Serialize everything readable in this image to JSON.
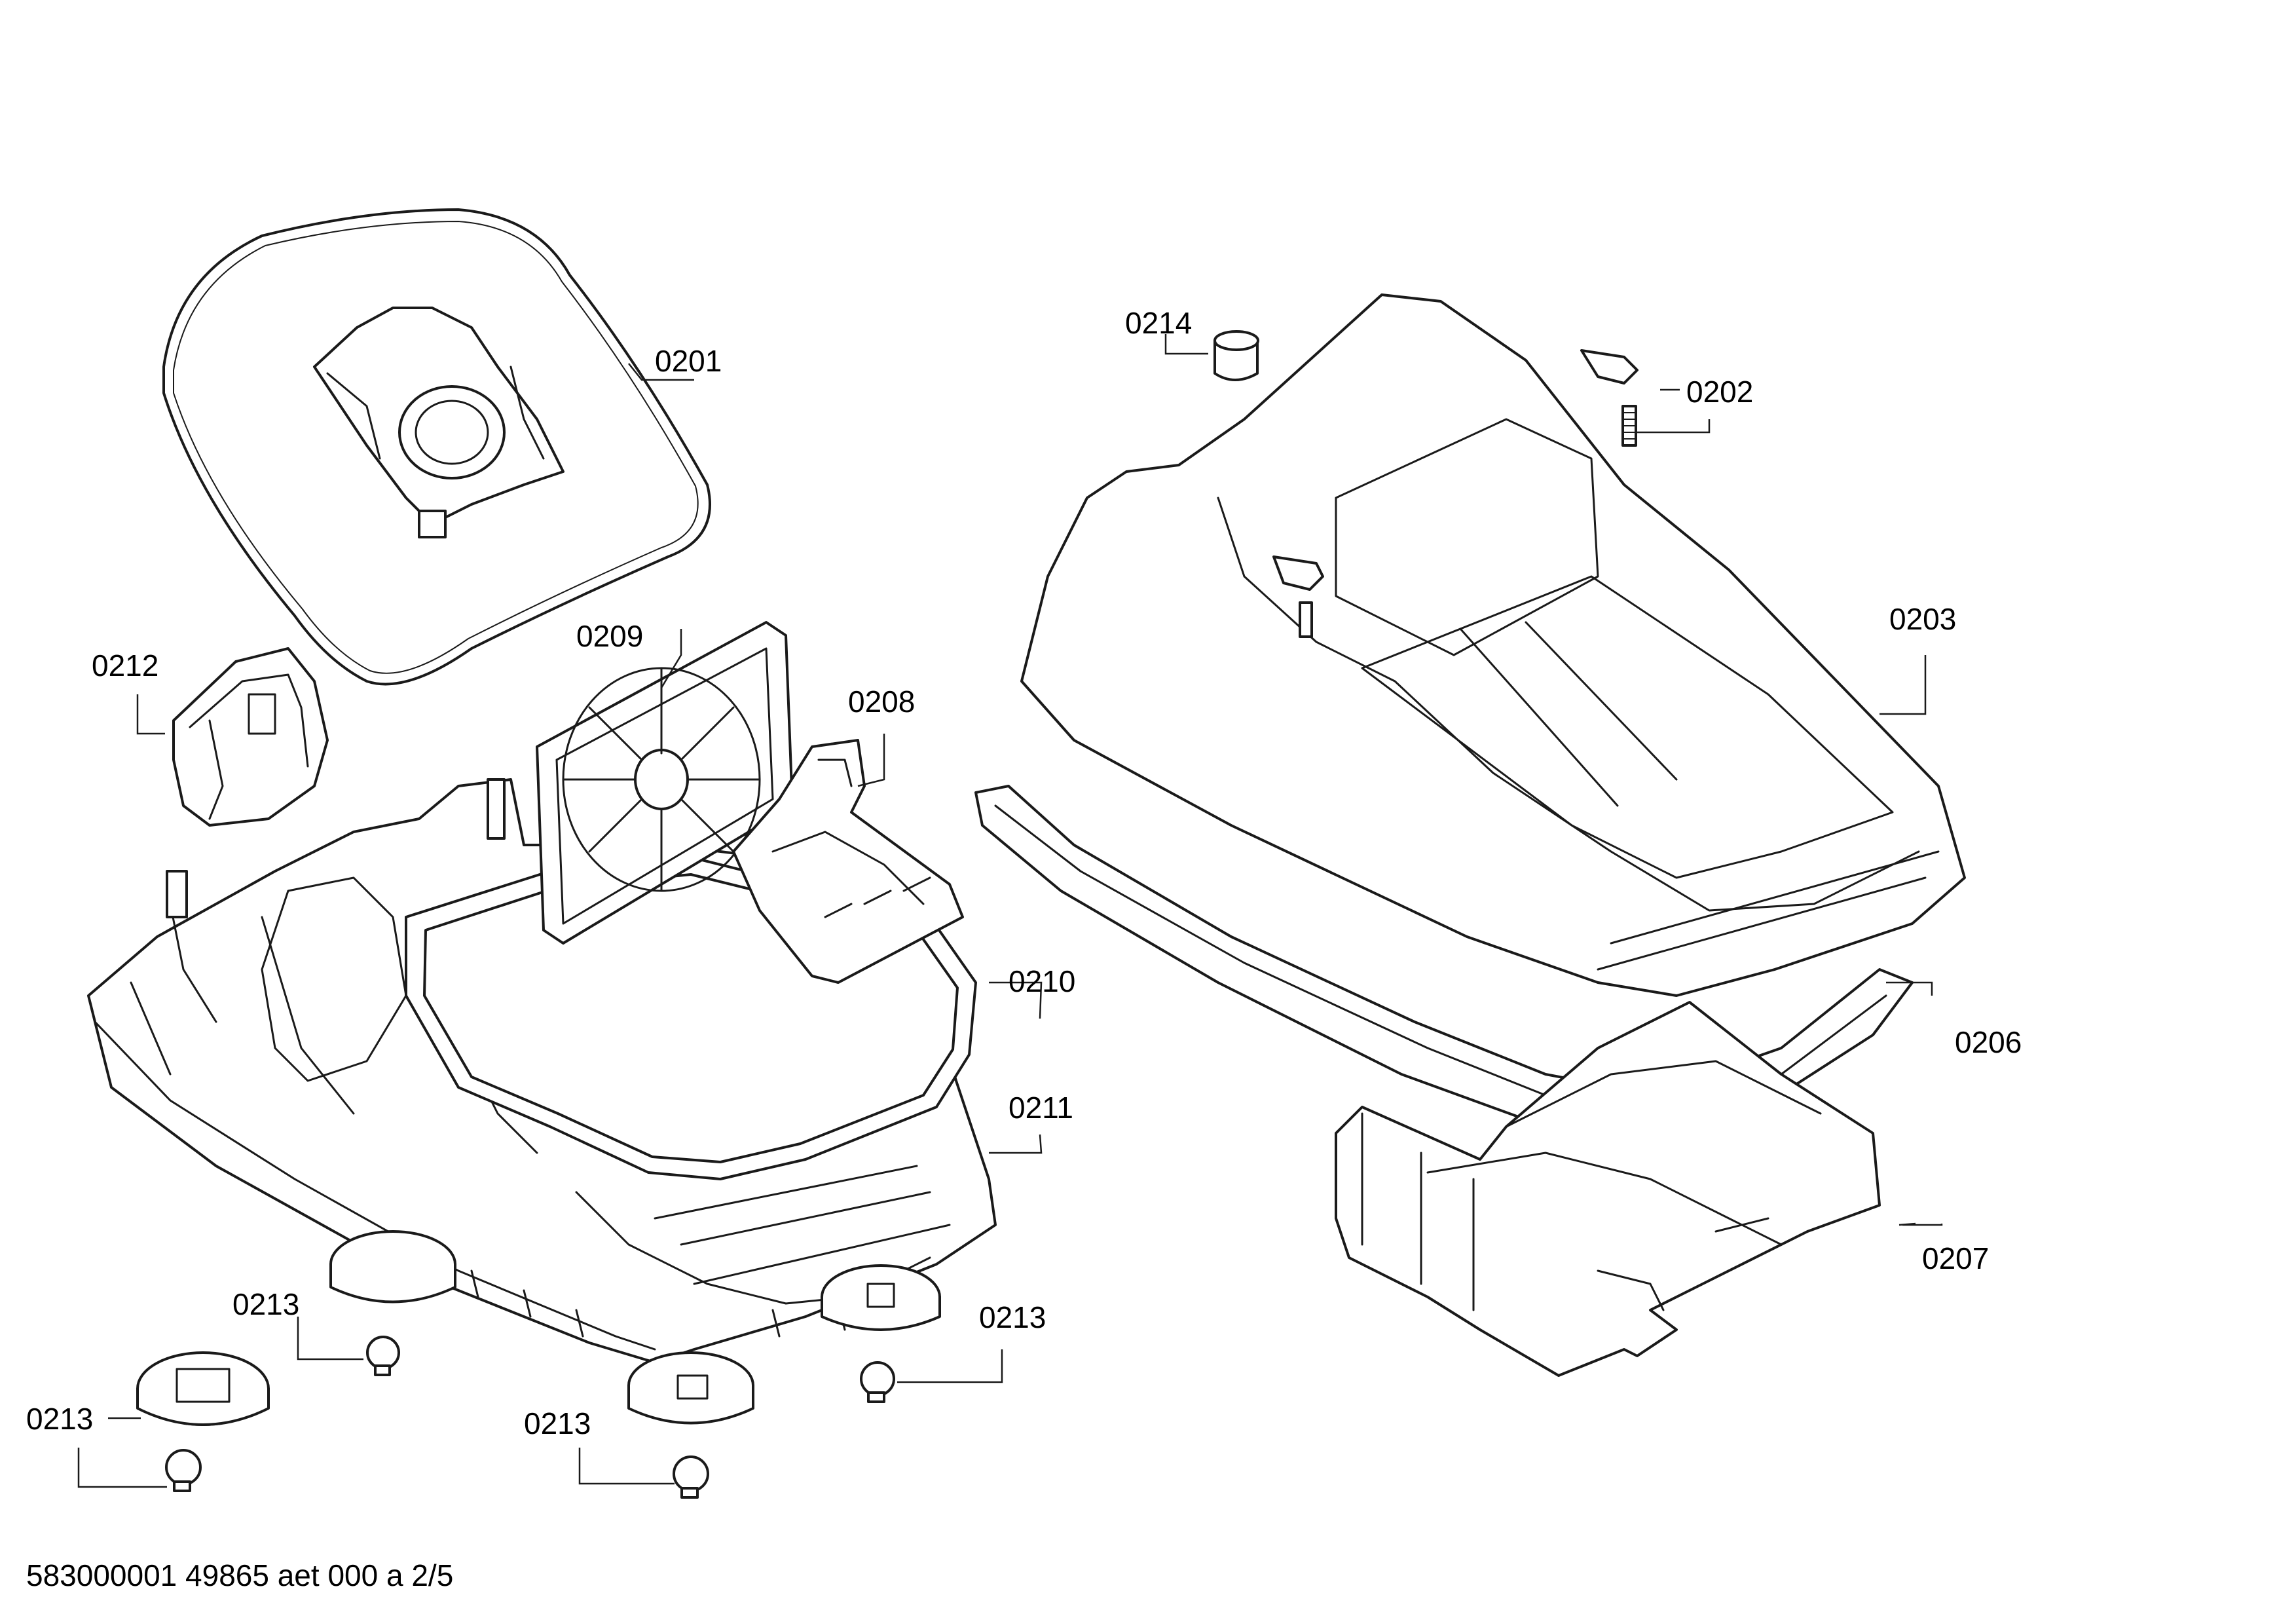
{
  "callouts": {
    "p0201": "0201",
    "p0202": "0202",
    "p0203": "0203",
    "p0206": "0206",
    "p0207": "0207",
    "p0208": "0208",
    "p0209": "0209",
    "p0210": "0210",
    "p0211": "0211",
    "p0212": "0212",
    "p0213a": "0213",
    "p0213b": "0213",
    "p0213c": "0213",
    "p0213d": "0213",
    "p0214": "0214"
  },
  "footer": "583000001 49865 aet 000 a 2/5",
  "colors": {
    "line": "#1a1a1a",
    "background": "#ffffff"
  }
}
